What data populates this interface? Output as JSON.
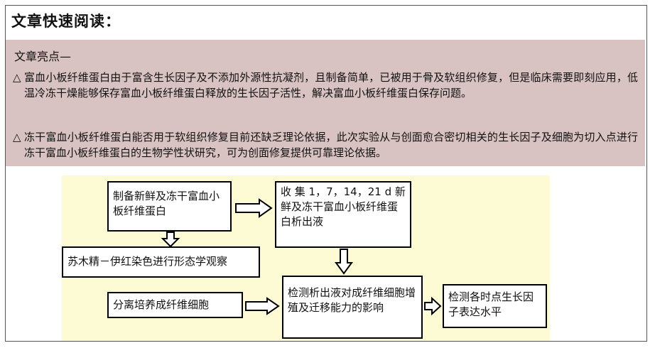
{
  "heading": "文章快速阅读：",
  "highlights": {
    "title": "文章亮点—",
    "bullet": "△",
    "points": [
      "富血小板纤维蛋白由于富含生长因子及不添加外源性抗凝剂，且制备简单，已被用于骨及软组织修复，但是临床需要即刻应用，低温冷冻干燥能够保存富血小板纤维蛋白释放的生长因子活性，解决富血小板纤维蛋白保存问题。",
      "冻干富血小板纤维蛋白能否用于软组织修复目前还缺乏理论依据，此次实验从与创面愈合密切相关的生长因子及细胞为切入点进行冻干富血小板纤维蛋白的生物学性状研究，可为创面修复提供可靠理论依据。"
    ]
  },
  "flowchart": {
    "prep": "制备新鲜及冻干富血小板纤维蛋白",
    "collect": "收 集 1，7，14，21 d 新鲜及冻干富血小板纤维蛋白析出液",
    "he_stain": "苏木精－伊红染色进行形态学观察",
    "detect_effect": "检测析出液对成纤维细胞增殖及迁移能力的影响",
    "isolate": "分离培养成纤维细胞",
    "detect_gf": "检测各时点生长因子表达水平"
  }
}
